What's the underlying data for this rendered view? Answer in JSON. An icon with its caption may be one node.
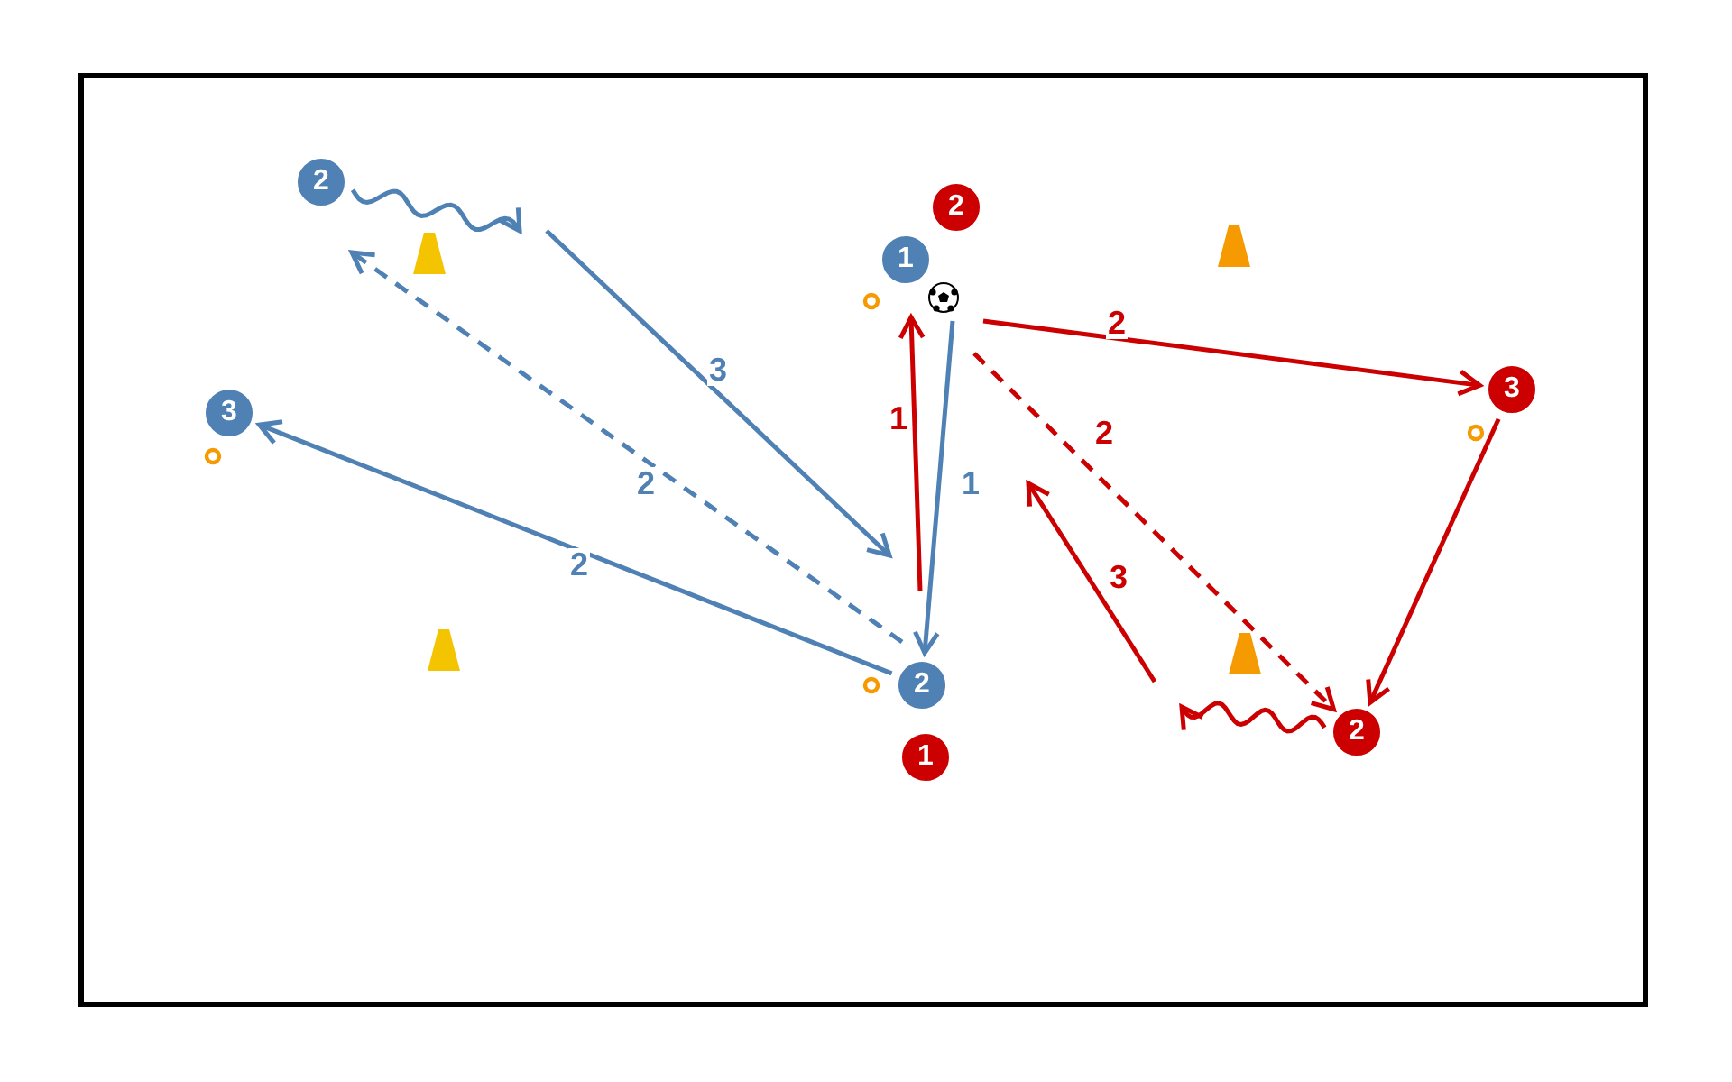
{
  "diagram": {
    "nodes": [
      {
        "text": [
          "2"
        ]
      },
      {
        "text": [
          "3"
        ]
      },
      {
        "text": [
          "2"
        ]
      },
      {
        "text": [
          "1"
        ]
      },
      {
        "text": [
          "2"
        ]
      },
      {
        "text": [
          "1"
        ]
      },
      {
        "text": [
          "3"
        ]
      },
      {
        "text": [
          "2"
        ]
      },
      {
        "text": [],
        "shape": "ball"
      }
    ],
    "edges": [
      {
        "from": 0,
        "to": null,
        "arrow": "to",
        "color": "#4f81b4"
      },
      {
        "from": 4,
        "to": 0,
        "arrow": "to",
        "label": "2",
        "style": "dashed",
        "color": "#4f81b4"
      },
      {
        "from": 4,
        "to": 1,
        "arrow": "to",
        "label": "2",
        "color": "#4f81b4"
      },
      {
        "from": 8,
        "to": 4,
        "arrow": "to",
        "label": "1",
        "color": "#4f81b4"
      },
      {
        "from": null,
        "to": 3,
        "arrow": "to",
        "label": "1"
      },
      {
        "from": 8,
        "to": 6,
        "arrow": "to",
        "label": "2"
      },
      {
        "from": 8,
        "to": 7,
        "arrow": "to",
        "label": "2",
        "style": "dashed"
      },
      {
        "from": 6,
        "to": 7,
        "arrow": "to"
      },
      {
        "from": 7,
        "to": null,
        "arrow": "to"
      }
    ],
    "labels": [
      "3",
      "3"
    ]
  }
}
